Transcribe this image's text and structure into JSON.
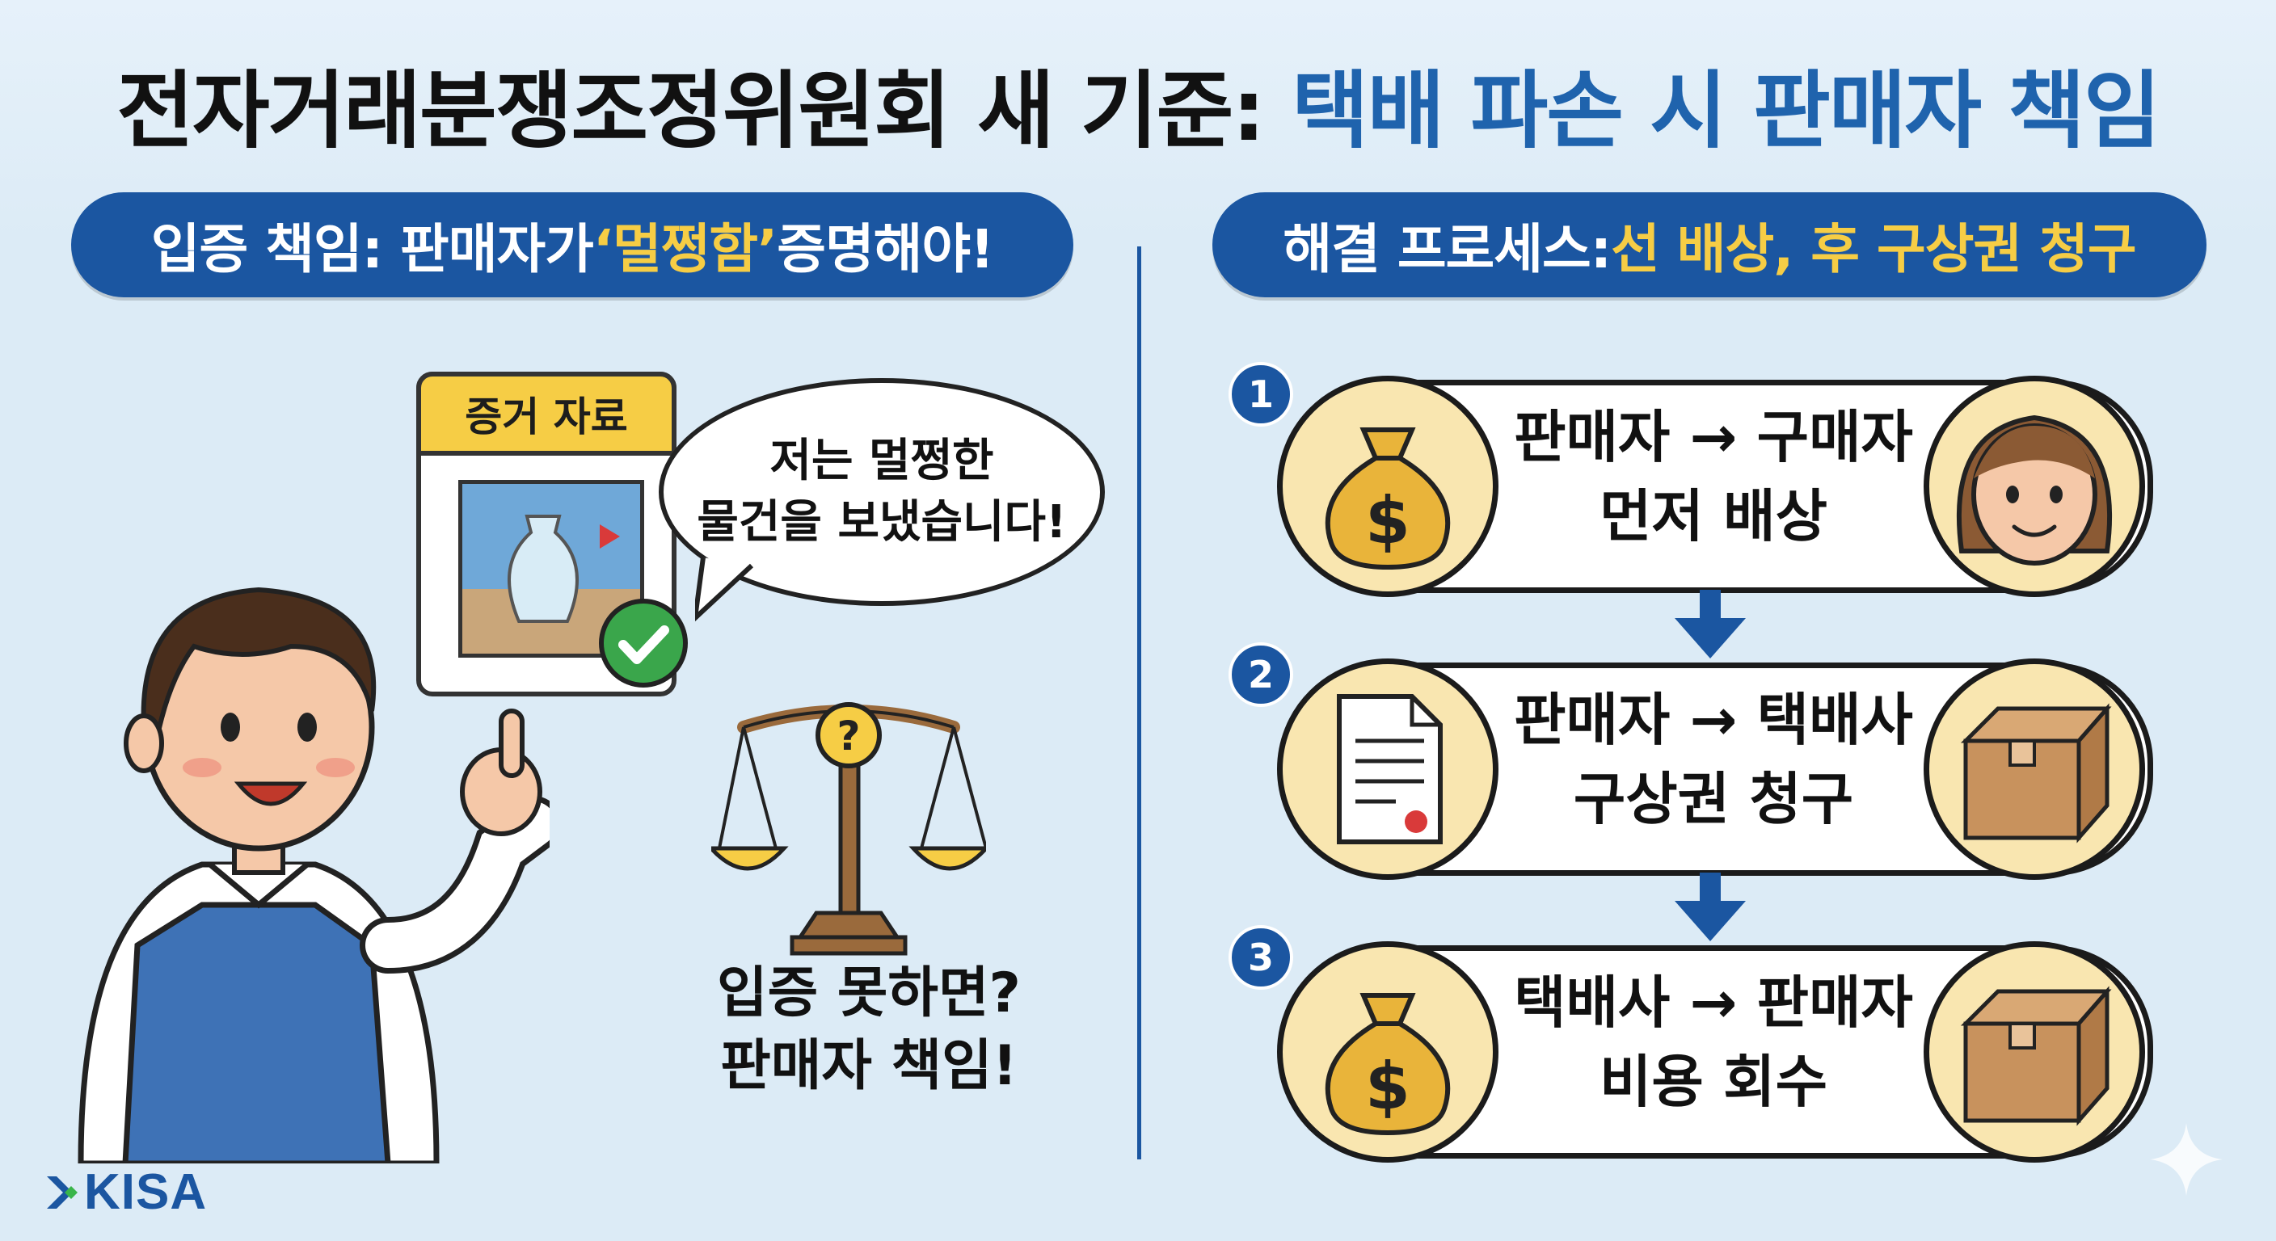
{
  "title": {
    "prefix": "전자거래분쟁조정위원회 새 기준: ",
    "highlight": "택배 파손 시 판매자 책임"
  },
  "left": {
    "pill_prefix": "입증 책임: 판매자가 ",
    "pill_highlight": "‘멀쩡함’",
    "pill_suffix": " 증명해야!",
    "evidence_label": "증거 자료",
    "bubble_lines": [
      "저는 멀쩡한",
      "물건을 보냈습니다!"
    ],
    "note_lines": [
      "입증 못하면?",
      "판매자 책임!"
    ],
    "scale_symbol": "?"
  },
  "right": {
    "pill_prefix": "해결 프로세스: ",
    "pill_highlight": "선 배상, 후 구상권 청구",
    "steps": [
      {
        "num": "1",
        "line1": "판매자 → 구매자",
        "line2": "먼저 배상",
        "left_icon": "money-bag-icon",
        "right_icon": "buyer-face-icon"
      },
      {
        "num": "2",
        "line1": "판매자 → 택배사",
        "line2": "구상권 청구",
        "left_icon": "document-icon",
        "right_icon": "box-icon"
      },
      {
        "num": "3",
        "line1": "택배사 → 판매자",
        "line2": "비용 회수",
        "left_icon": "money-bag-icon",
        "right_icon": "box-icon"
      }
    ],
    "dollar": "$"
  },
  "logo": "KISA",
  "colors": {
    "accent_blue": "#1b56a1",
    "title_blue": "#1f63ad",
    "accent_yellow": "#f6cd45",
    "background": "#dcebf6"
  }
}
